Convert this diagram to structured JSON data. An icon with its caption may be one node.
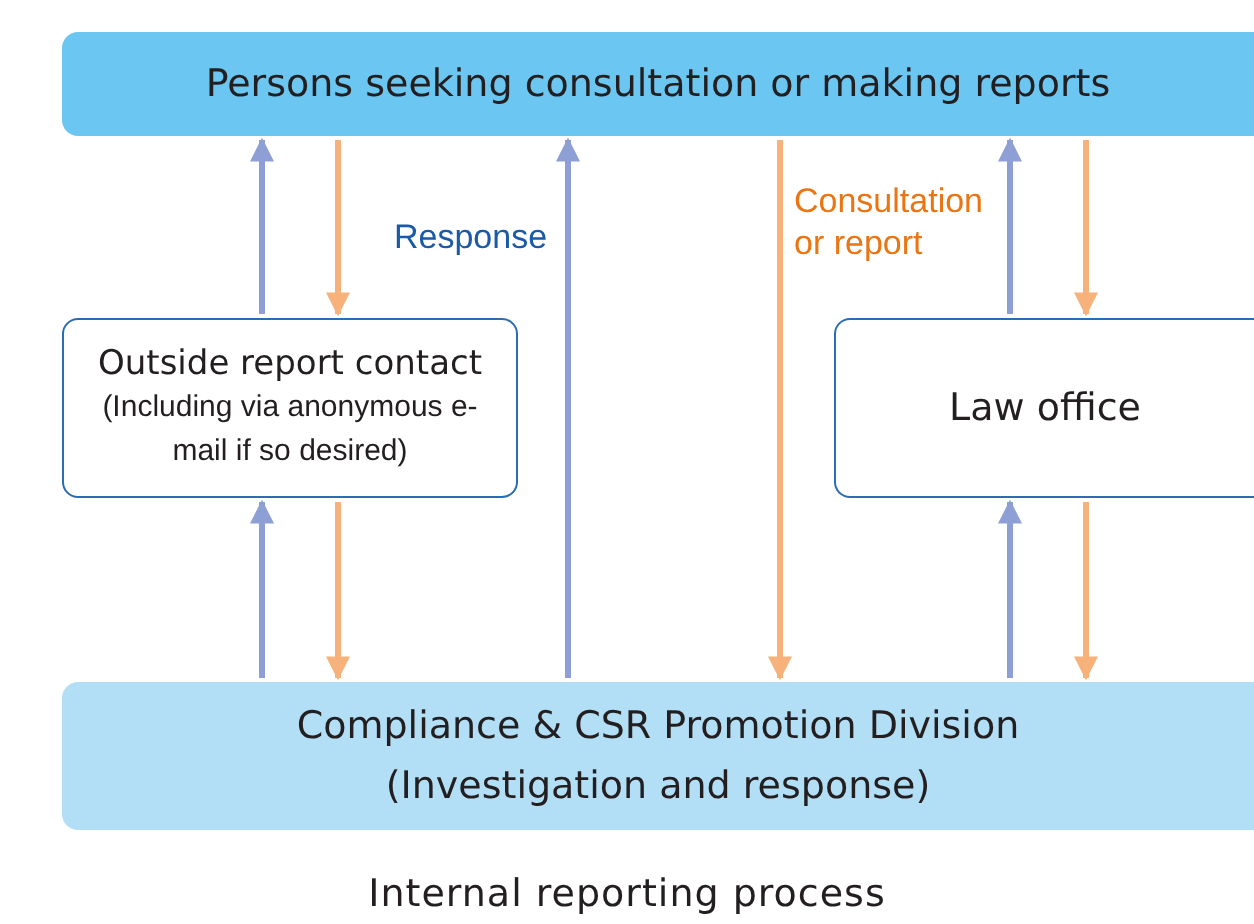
{
  "diagram": {
    "caption": "Internal reporting process",
    "nodes": [
      {
        "text": [
          "Persons seeking consultation or making reports"
        ]
      },
      {
        "text": [
          "Outside report contact",
          "(Including via anonymous e-mail if so desired)"
        ]
      },
      {
        "text": [
          "Law office"
        ]
      },
      {
        "text": [
          "Compliance & CSR Promotion Division (Investigation and response)"
        ]
      }
    ],
    "edges": [
      {
        "from": 1,
        "to": 0,
        "arrow": "to",
        "color": "#8d9fd5"
      },
      {
        "from": 0,
        "to": 1,
        "arrow": "to",
        "color": "#f6b27a"
      },
      {
        "from": 3,
        "to": 0,
        "arrow": "to",
        "color": "#8d9fd5",
        "label": "Response"
      },
      {
        "from": 0,
        "to": 3,
        "arrow": "to",
        "color": "#f6b27a",
        "label": "Consultation or report"
      },
      {
        "from": 2,
        "to": 0,
        "arrow": "to",
        "color": "#8d9fd5"
      },
      {
        "from": 0,
        "to": 2,
        "arrow": "to",
        "color": "#f6b27a"
      },
      {
        "from": 3,
        "to": 1,
        "arrow": "to",
        "color": "#8d9fd5"
      },
      {
        "from": 1,
        "to": 3,
        "arrow": "to",
        "color": "#f6b27a"
      },
      {
        "from": 3,
        "to": 2,
        "arrow": "to",
        "color": "#8d9fd5"
      },
      {
        "from": 2,
        "to": 3,
        "arrow": "to",
        "color": "#f6b27a"
      }
    ]
  }
}
